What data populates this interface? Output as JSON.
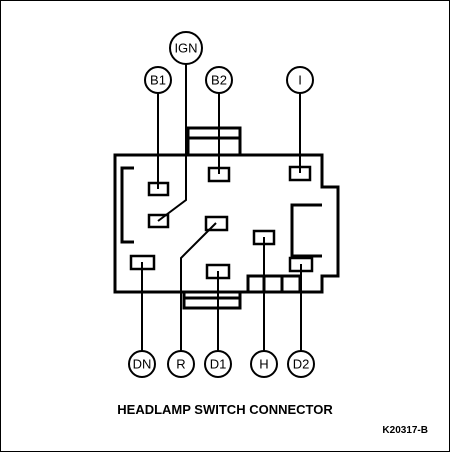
{
  "diagram": {
    "caption": "HEADLAMP SWITCH CONNECTOR",
    "figure_id": "K20317-B",
    "line_color": "#000000",
    "background": "#ffffff",
    "terminals": {
      "ign": "IGN",
      "b1": "B1",
      "b2": "B2",
      "i": "I",
      "dn": "DN",
      "r": "R",
      "d1": "D1",
      "h": "H",
      "d2": "D2"
    }
  }
}
